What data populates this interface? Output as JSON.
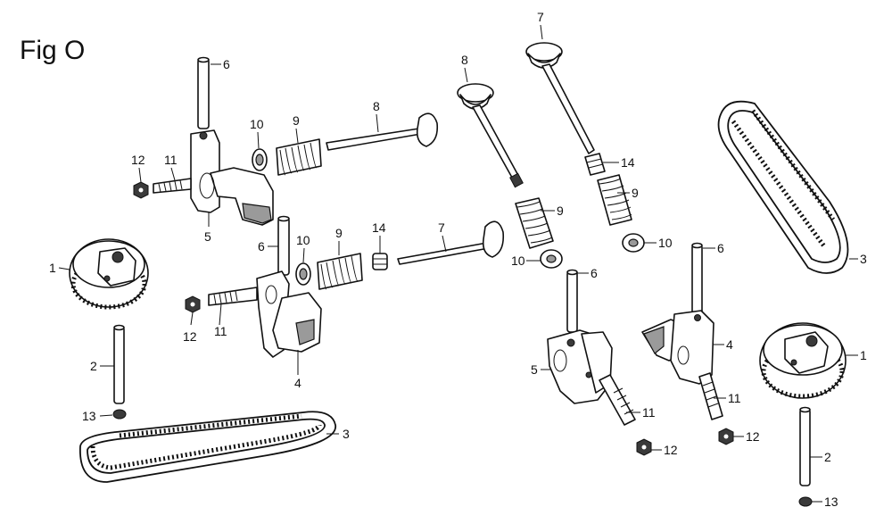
{
  "figure": {
    "title": "Fig O"
  },
  "callouts": [
    {
      "id": "c-6a",
      "text": "6"
    },
    {
      "id": "c-12a",
      "text": "12"
    },
    {
      "id": "c-11a",
      "text": "11"
    },
    {
      "id": "c-5a",
      "text": "5"
    },
    {
      "id": "c-10a",
      "text": "10"
    },
    {
      "id": "c-9a",
      "text": "9"
    },
    {
      "id": "c-8a",
      "text": "8"
    },
    {
      "id": "c-1a",
      "text": "1"
    },
    {
      "id": "c-2a",
      "text": "2"
    },
    {
      "id": "c-13a",
      "text": "13"
    },
    {
      "id": "c-6b",
      "text": "6"
    },
    {
      "id": "c-10b",
      "text": "10"
    },
    {
      "id": "c-9b",
      "text": "9"
    },
    {
      "id": "c-14a",
      "text": "14"
    },
    {
      "id": "c-7a",
      "text": "7"
    },
    {
      "id": "c-12b",
      "text": "12"
    },
    {
      "id": "c-11b",
      "text": "11"
    },
    {
      "id": "c-4a",
      "text": "4"
    },
    {
      "id": "c-3a",
      "text": "3"
    },
    {
      "id": "c-8b",
      "text": "8"
    },
    {
      "id": "c-9c",
      "text": "9"
    },
    {
      "id": "c-10c",
      "text": "10"
    },
    {
      "id": "c-6c",
      "text": "6"
    },
    {
      "id": "c-5b",
      "text": "5"
    },
    {
      "id": "c-11c",
      "text": "11"
    },
    {
      "id": "c-12c",
      "text": "12"
    },
    {
      "id": "c-7b",
      "text": "7"
    },
    {
      "id": "c-14b",
      "text": "14"
    },
    {
      "id": "c-9d",
      "text": "9"
    },
    {
      "id": "c-10d",
      "text": "10"
    },
    {
      "id": "c-6d",
      "text": "6"
    },
    {
      "id": "c-4b",
      "text": "4"
    },
    {
      "id": "c-11d",
      "text": "11"
    },
    {
      "id": "c-12d",
      "text": "12"
    },
    {
      "id": "c-3b",
      "text": "3"
    },
    {
      "id": "c-1b",
      "text": "1"
    },
    {
      "id": "c-2b",
      "text": "2"
    },
    {
      "id": "c-13b",
      "text": "13"
    }
  ]
}
